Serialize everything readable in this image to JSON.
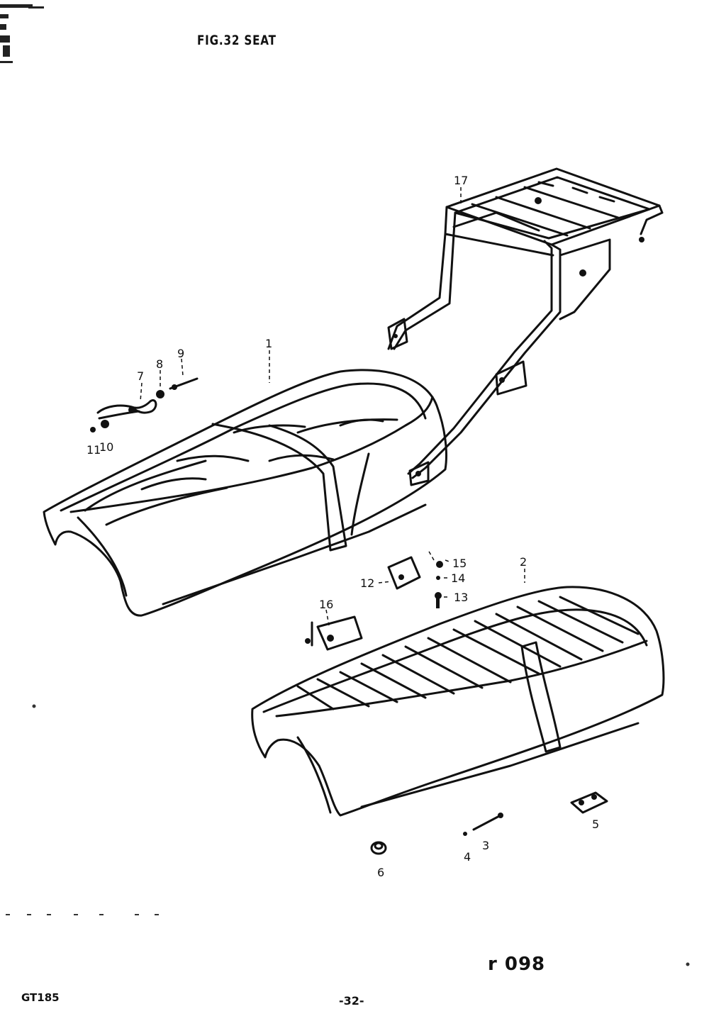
{
  "figure": {
    "title": "FIG.32  SEAT",
    "code": "r 098",
    "model": "GT185",
    "page_number": "-32-"
  },
  "parts": [
    {
      "id": "part-1",
      "number": "1"
    },
    {
      "id": "part-2",
      "number": "2"
    },
    {
      "id": "part-3",
      "number": "3"
    },
    {
      "id": "part-4",
      "number": "4"
    },
    {
      "id": "part-5",
      "number": "5"
    },
    {
      "id": "part-6",
      "number": "6"
    },
    {
      "id": "part-7",
      "number": "7"
    },
    {
      "id": "part-8",
      "number": "8"
    },
    {
      "id": "part-9",
      "number": "9"
    },
    {
      "id": "part-10",
      "number": "10"
    },
    {
      "id": "part-11",
      "number": "11"
    },
    {
      "id": "part-12",
      "number": "12"
    },
    {
      "id": "part-13",
      "number": "13"
    },
    {
      "id": "part-14",
      "number": "14"
    },
    {
      "id": "part-15",
      "number": "15"
    },
    {
      "id": "part-16",
      "number": "16"
    },
    {
      "id": "part-17",
      "number": "17"
    }
  ]
}
